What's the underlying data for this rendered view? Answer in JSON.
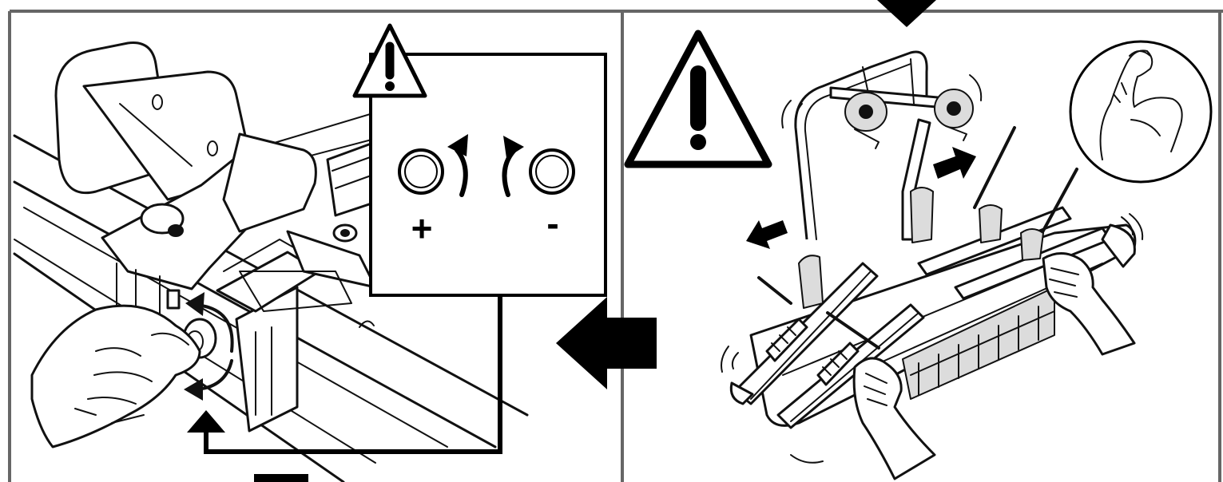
{
  "panels": [
    {
      "id": "left",
      "description_icon": "adjust-knob-step"
    },
    {
      "id": "right",
      "description_icon": "shake-test-step"
    }
  ],
  "inset": {
    "tighten_symbol": "+",
    "loosen_symbol": "-"
  },
  "icons": {
    "warning": "warning-triangle-icon",
    "strength": "flexed-arm-icon",
    "direction": "arrow-icon"
  },
  "colors": {
    "line": "#111111",
    "frame": "#666666",
    "background": "#ffffff"
  }
}
